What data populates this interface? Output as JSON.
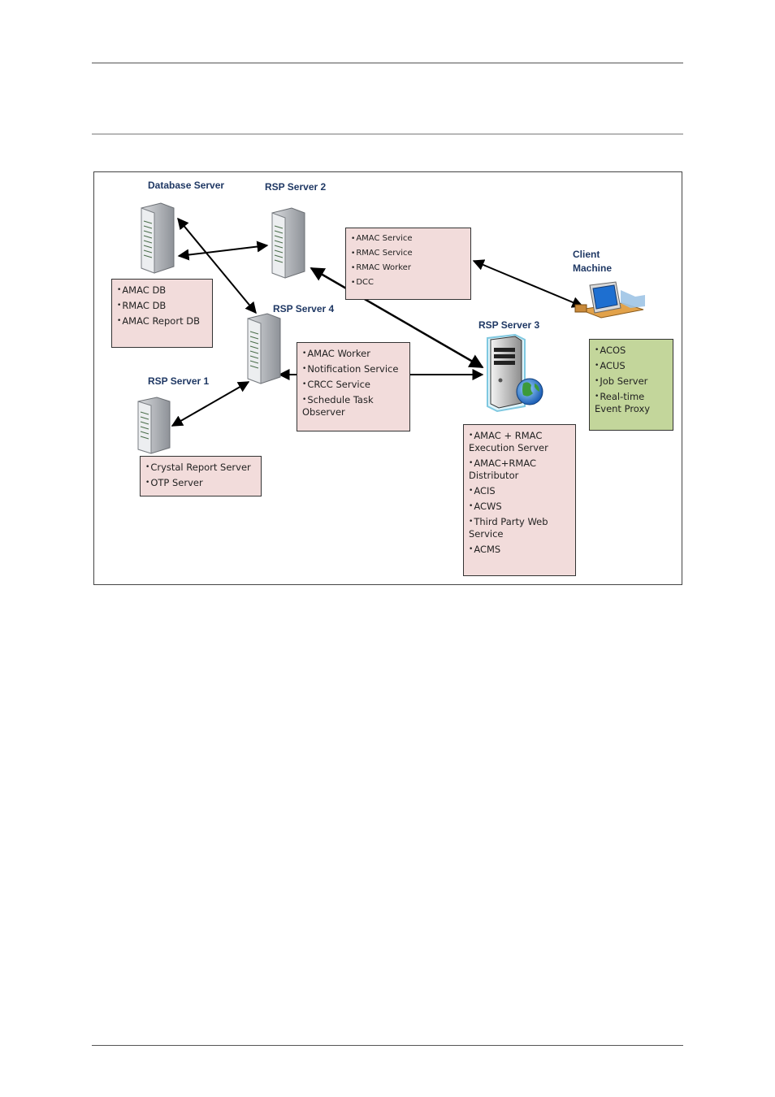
{
  "diagram": {
    "nodes": {
      "database_server": {
        "label": "Database Server",
        "items": [
          "AMAC DB",
          "RMAC DB",
          "AMAC Report  DB"
        ]
      },
      "rsp_server_2": {
        "label": "RSP Server 2",
        "items": [
          "AMAC Service",
          "RMAC Service",
          "RMAC Worker",
          "DCC"
        ]
      },
      "client_machine": {
        "label_line1": "Client",
        "label_line2": "Machine",
        "items": [
          "ACOS",
          "ACUS",
          "Job Server",
          "Real-time Event Proxy"
        ]
      },
      "rsp_server_4": {
        "label": "RSP Server 4",
        "items": [
          "AMAC Worker",
          "Notification Service",
          "CRCC Service",
          "Schedule Task Observer"
        ]
      },
      "rsp_server_3": {
        "label": "RSP Server 3",
        "items": [
          "AMAC + RMAC Execution Server",
          "AMAC+RMAC Distributor",
          "ACIS",
          "ACWS",
          "Third Party Web Service",
          "ACMS"
        ]
      },
      "rsp_server_1": {
        "label": "RSP Server 1",
        "items": [
          "Crystal Report Server",
          "OTP Server"
        ]
      }
    },
    "connections": [
      {
        "from": "Database Server",
        "to": "RSP Server 2"
      },
      {
        "from": "Database Server",
        "to": "RSP Server 4"
      },
      {
        "from": "RSP Server 2",
        "to": "RSP Server 3"
      },
      {
        "from": "RSP Server 2",
        "to": "Client Machine"
      },
      {
        "from": "RSP Server 4",
        "to": "RSP Server 3"
      },
      {
        "from": "RSP Server 4",
        "to": "RSP Server 1"
      }
    ],
    "colors": {
      "service_box": "#f2dcdb",
      "client_box": "#c3d69b",
      "node_label": "#1f3864",
      "connector": "#000000"
    },
    "icons": {
      "server": "server-tower-icon",
      "web_server": "web-server-globe-icon",
      "client": "desktop-computer-icon"
    }
  }
}
